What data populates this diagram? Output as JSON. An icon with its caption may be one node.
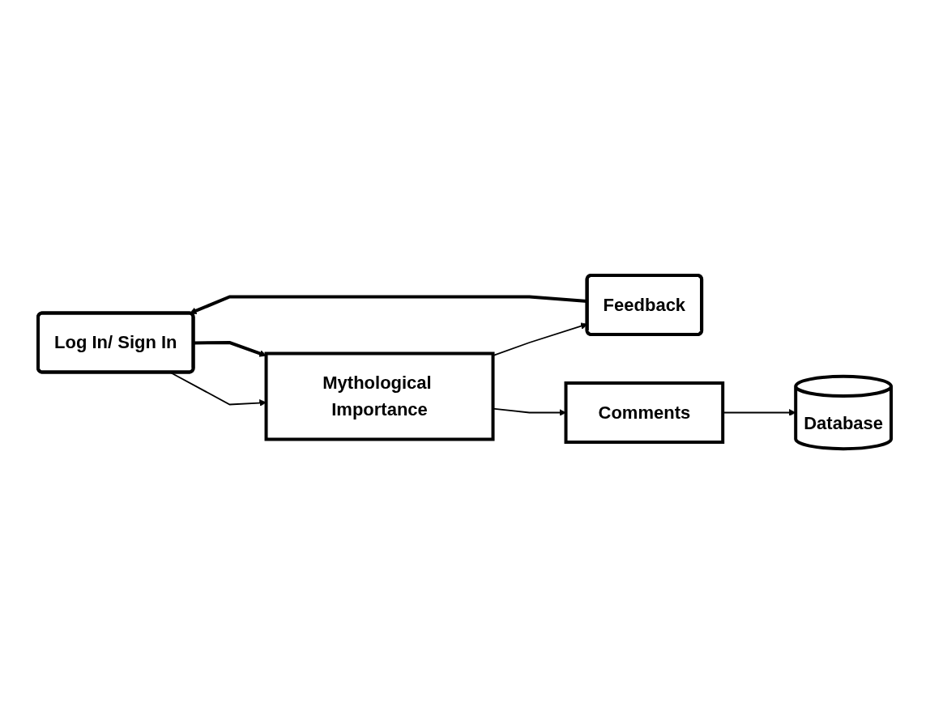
{
  "diagram": {
    "nodes": [
      {
        "text": [
          "Log In/ Sign In"
        ]
      },
      {
        "text": [
          "Mythological Importance"
        ]
      },
      {
        "text": [
          "Feedback"
        ]
      },
      {
        "text": [
          "Comments"
        ]
      },
      {
        "text": [
          "Database"
        ]
      }
    ],
    "edges": [
      {
        "from": 0,
        "to": 1,
        "arrow": "to"
      },
      {
        "from": 0,
        "to": 1,
        "arrow": "to",
        "style": "thick"
      },
      {
        "from": 1,
        "to": 2,
        "arrow": "to"
      },
      {
        "from": 1,
        "to": 3,
        "arrow": "to"
      },
      {
        "from": 3,
        "to": 4,
        "arrow": "to"
      },
      {
        "from": 2,
        "to": 0,
        "arrow": "to",
        "style": "thick"
      }
    ]
  }
}
